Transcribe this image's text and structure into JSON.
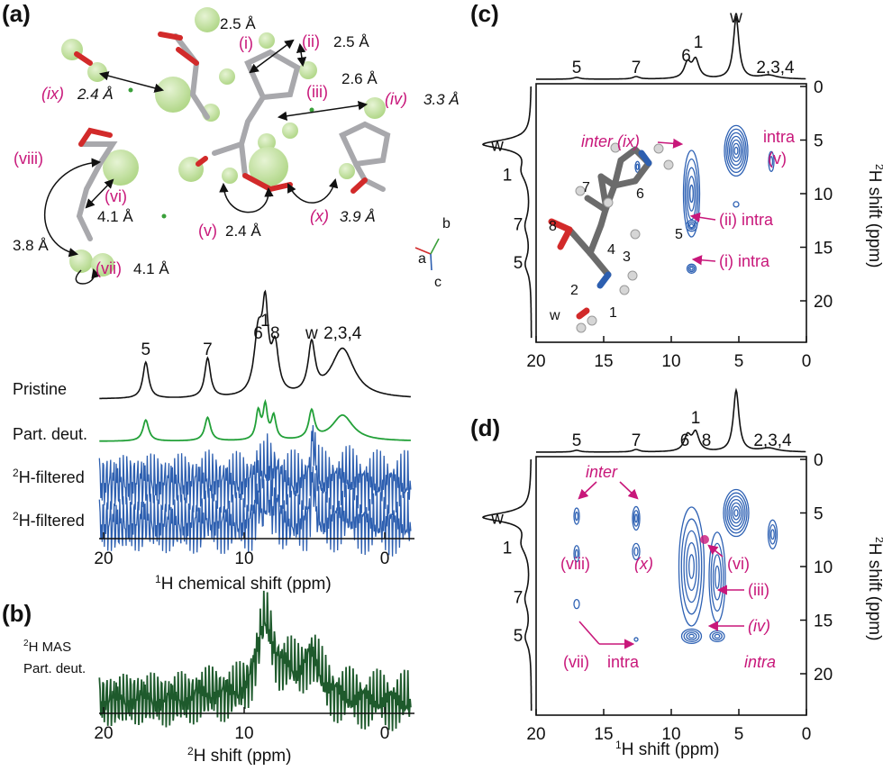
{
  "panel_labels": {
    "a": "(a)",
    "b": "(b)",
    "c": "(c)",
    "d": "(d)"
  },
  "colors": {
    "magenta": "#c8177a",
    "black": "#111111",
    "green": "#22a038",
    "blue": "#2d5fb0",
    "dark_green": "#1e5a2c",
    "contour": "#2f62b4",
    "sphere": "#b8dc8c"
  },
  "panel_a": {
    "structure_labels": {
      "ix": "(ix)",
      "ix_dist": "2.4 Å",
      "top_dist": "2.5 Å",
      "i": "(i)",
      "ii": "(ii)",
      "ii_dist": "2.5 Å",
      "iii": "(iii)",
      "iii_dist": "2.6 Å",
      "iv": "(iv)",
      "iv_dist": "3.3 Å",
      "viii": "(viii)",
      "vi": "(vi)",
      "vi_dist": "4.1 Å",
      "viii_dist": "3.8 Å",
      "vii": "(vii)",
      "vii_dist": "4.1 Å",
      "v": "(v)",
      "v_dist": "2.4 Å",
      "x": "(x)",
      "x_dist": "3.9 Å"
    },
    "axes_triad": {
      "a": "a",
      "b": "b",
      "c": "c"
    }
  },
  "panel_a_spectra": {
    "xlabel_sup": "1",
    "xlabel": "H chemical shift (ppm)",
    "x_ticks": [
      "20",
      "10",
      "0"
    ],
    "peak_labels": [
      "5",
      "7",
      "6",
      "1",
      "8",
      "w",
      "2,3,4"
    ],
    "traces": [
      {
        "label": "Pristine",
        "sup": ""
      },
      {
        "label": "Part. deut.",
        "sup": ""
      },
      {
        "label": "H-filtered",
        "sup": "2"
      },
      {
        "label": "H-filtered",
        "sup": "2"
      }
    ]
  },
  "panel_b": {
    "label_line1_sup": "2",
    "label_line1": "H MAS",
    "label_line2": "Part. deut.",
    "xlabel_sup": "2",
    "xlabel": "H shift (ppm)",
    "x_ticks": [
      "20",
      "10",
      "0"
    ]
  },
  "panel_c": {
    "top_peaks": [
      "5",
      "7",
      "6",
      "1",
      "w",
      "2,3,4"
    ],
    "left_peaks": [
      "w",
      "1",
      "7",
      "5"
    ],
    "x_ticks": [
      "20",
      "15",
      "10",
      "5",
      "0"
    ],
    "y_ticks": [
      "0",
      "5",
      "10",
      "15",
      "20"
    ],
    "ylabel_sup": "2",
    "ylabel": "H shift (ppm)",
    "annotations": {
      "inter_ix": "inter (ix)",
      "intra_v_1": "intra",
      "intra_v_2": "(v)",
      "ii_intra": "(ii) intra",
      "i_intra": "(i)  intra"
    },
    "molecule_labels": [
      "7",
      "6",
      "8",
      "5",
      "4",
      "3",
      "2",
      "1",
      "w"
    ]
  },
  "panel_d": {
    "top_peaks": [
      "5",
      "7",
      "6",
      "1",
      "8",
      "2,3,4"
    ],
    "left_peaks": [
      "w",
      "1",
      "7",
      "5"
    ],
    "x_ticks": [
      "20",
      "15",
      "10",
      "5",
      "0"
    ],
    "y_ticks": [
      "0",
      "5",
      "10",
      "15",
      "20"
    ],
    "xlabel_sup": "1",
    "xlabel": "H shift (ppm)",
    "ylabel_sup": "2",
    "ylabel": "H shift (ppm)",
    "annotations": {
      "inter": "inter",
      "viii": "(viii)",
      "x": "(x)",
      "vi": "(vi)",
      "iii": "(iii)",
      "iv": "(iv)",
      "vii": "(vii)",
      "intra_left": "intra",
      "intra_right": "intra"
    }
  }
}
